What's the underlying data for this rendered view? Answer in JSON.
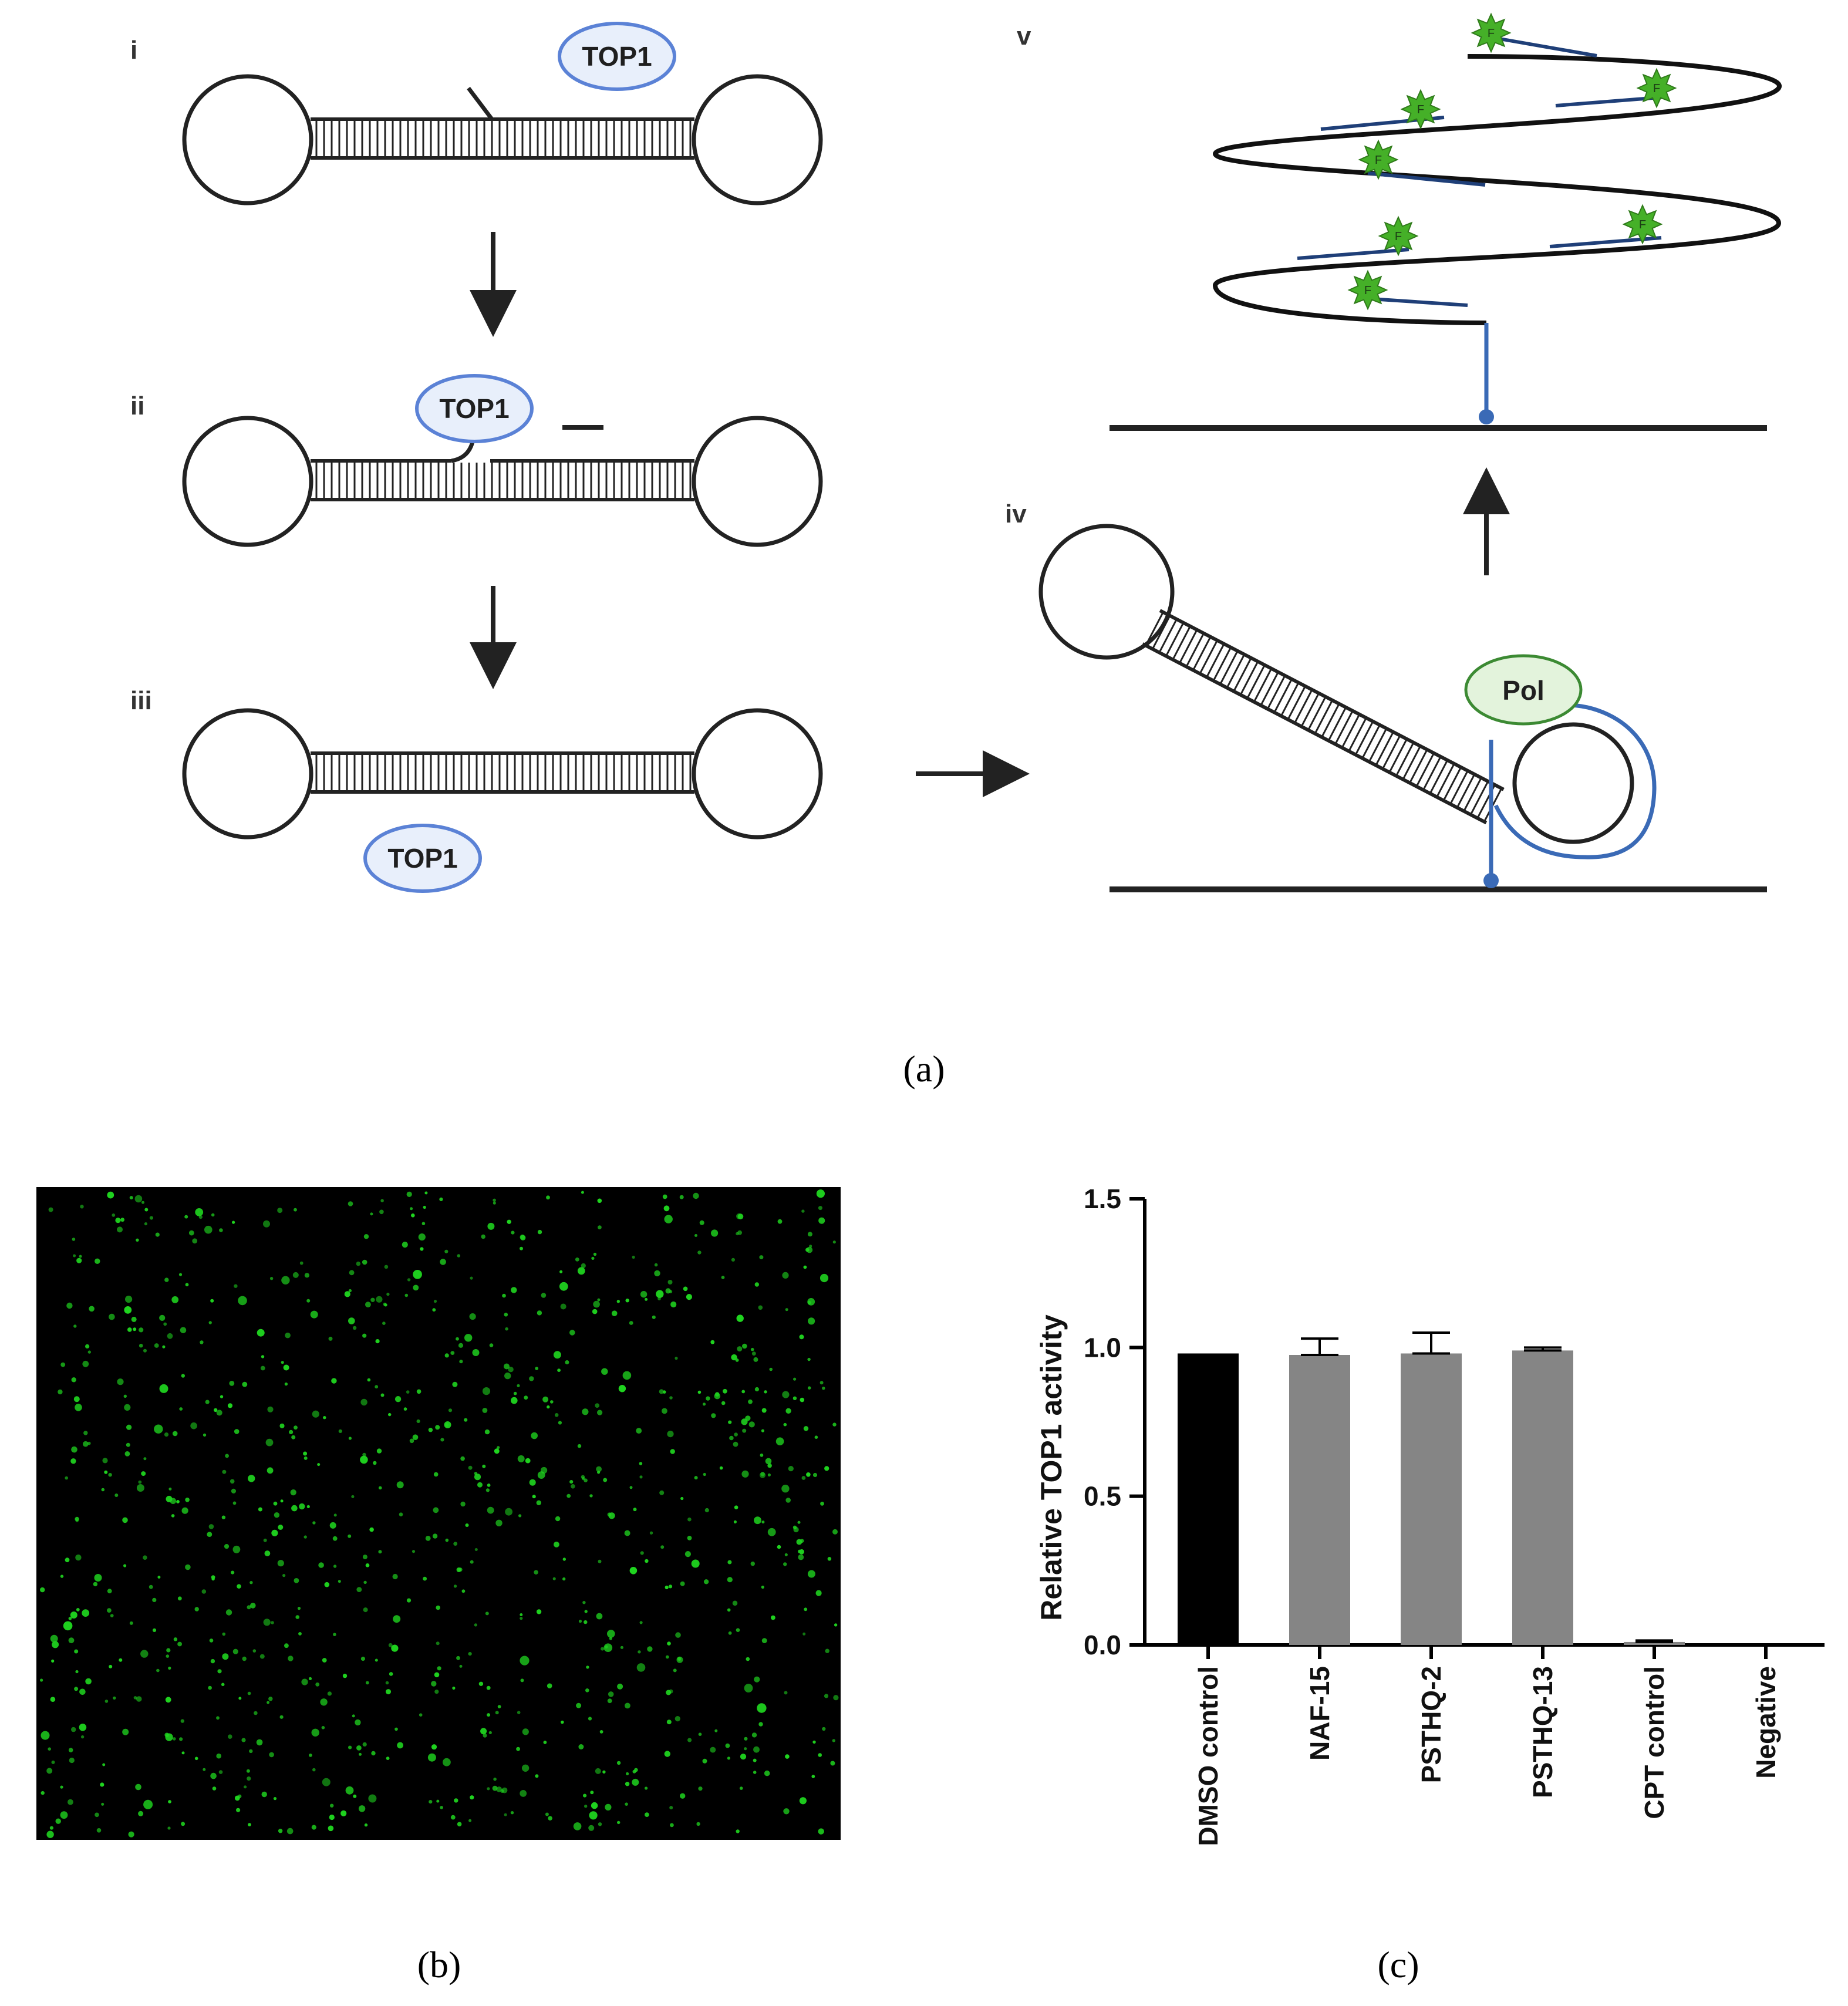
{
  "figure": {
    "panel_a": {
      "caption": "(a)",
      "steps": {
        "i": "i",
        "ii": "ii",
        "iii": "iii",
        "iv": "iv",
        "v": "v"
      },
      "enzyme_top1": "TOP1",
      "enzyme_pol": "Pol",
      "fluor_label": "F"
    },
    "panel_b": {
      "caption": "(b)"
    },
    "panel_c": {
      "caption": "(c)"
    }
  },
  "colors": {
    "top1_fill": "#e8effb",
    "top1_stroke": "#5b82d6",
    "pol_fill": "#e3f3dc",
    "pol_stroke": "#3c8a33",
    "primer_blue": "#3a6ab6",
    "fluor_green": "#45b028",
    "spot_green": "#1fd41f",
    "bar_black": "#000000",
    "bar_gray": "#858585"
  },
  "chart_data": {
    "type": "bar",
    "categories": [
      "DMSO control",
      "NAF-15",
      "PSTHQ-2",
      "PSTHQ-13",
      "CPT control",
      "Negative"
    ],
    "values": [
      0.98,
      0.975,
      0.98,
      0.99,
      0.01,
      0.0
    ],
    "error_upper": [
      0.0,
      0.055,
      0.07,
      0.01,
      0.005,
      0.0
    ],
    "ylabel": "Relative TOP1 activity",
    "xlabel": "",
    "ylim": [
      0,
      1.5
    ],
    "yticks": [
      "0.0",
      "0.5",
      "1.0",
      "1.5"
    ],
    "bar_colors": [
      "black",
      "gray",
      "gray",
      "gray",
      "gray",
      "gray"
    ],
    "grid": false
  }
}
